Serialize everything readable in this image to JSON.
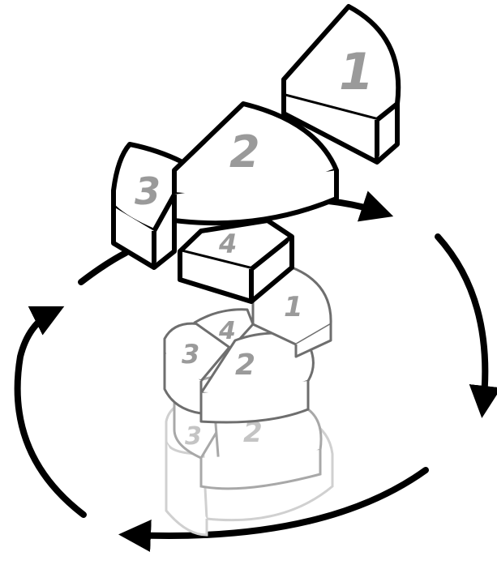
{
  "colors": {
    "outline": "#000000",
    "face": "#ffffff",
    "number": "#9a9a9a",
    "ghost_outline": "#7a7a7a",
    "faint_outline": "#c8c8c8"
  },
  "top_pieces": [
    {
      "label": "1"
    },
    {
      "label": "2"
    },
    {
      "label": "3"
    },
    {
      "label": "4"
    }
  ],
  "mid_pieces": [
    {
      "label": "1"
    },
    {
      "label": "2"
    },
    {
      "label": "3"
    },
    {
      "label": "4"
    }
  ],
  "low_pieces": [
    {
      "label": "2"
    },
    {
      "label": "3"
    }
  ],
  "icons": [
    "cycle-arrow-icon"
  ]
}
